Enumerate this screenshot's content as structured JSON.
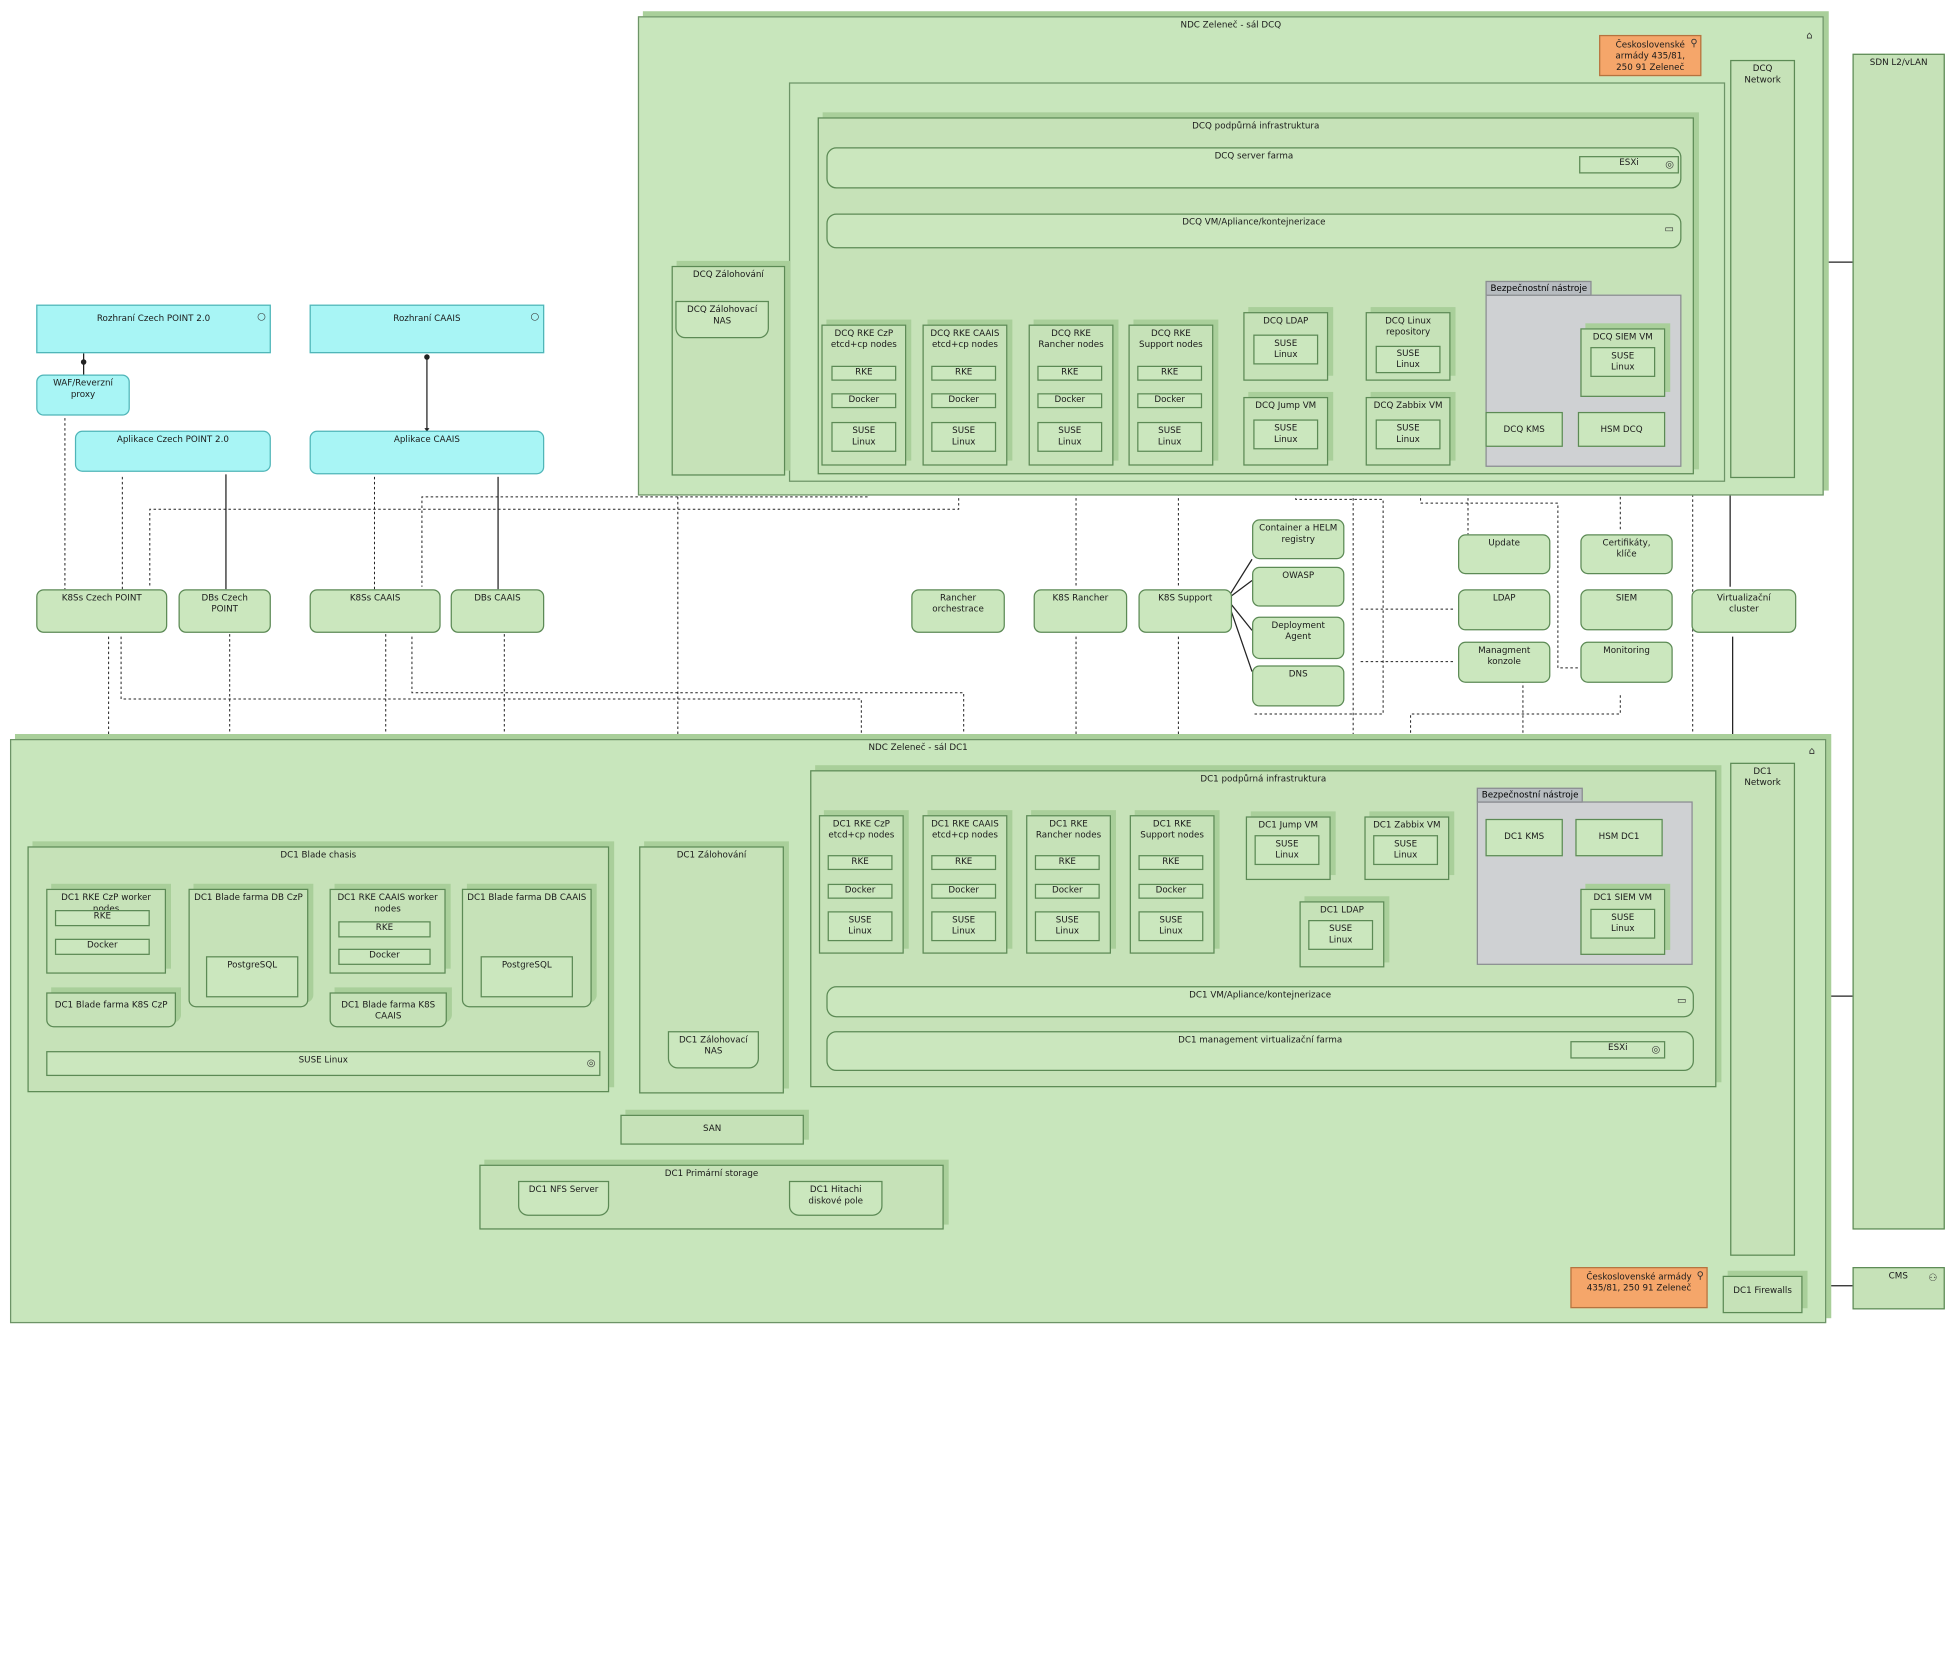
{
  "groups": {
    "ndc_dcq": "NDC Zeleneč - sál DCQ",
    "ndc_dc1": "NDC Zeleneč - sál DC1",
    "sdn": "SDN L2/vLAN",
    "cms": "CMS",
    "dcq_network": "DCQ Network",
    "dc1_network": "DC1 Network",
    "dcq_infra": "DCQ podpůrná infrastruktura",
    "dc1_infra": "DC1 podpůrná infrastruktura",
    "dcq_server_farma": "DCQ server farma",
    "dcq_vm": "DCQ VM/Apliance/kontejnerizace",
    "dc1_vm": "DC1 VM/Apliance/kontejnerizace",
    "dc1_mgmt": "DC1 management virtualizační farma",
    "esxi": "ESXi",
    "dcq_zalohovani": "DCQ Zálohování",
    "dcq_zal_nas": "DCQ Zálohovací NAS",
    "dc1_zalohovani": "DC1 Zálohování",
    "dc1_zal_nas": "DC1 Zálohovací NAS",
    "dc1_blade": "DC1 Blade chasis",
    "suse_linux": "SUSE Linux",
    "san": "SAN",
    "dc1_storage": "DC1 Primární storage",
    "dc1_nfs": "DC1 NFS Server",
    "dc1_hitachi": "DC1 Hitachi diskové pole",
    "dc1_firewalls": "DC1 Firewalls",
    "loc_top": "Československé armády 435/81, 250 91 Zeleneč",
    "loc_bottom": "Československé armády 435/81, 250 91 Zeleneč",
    "sec_tools": "Bezpečnostní nástroje"
  },
  "labels": {
    "rke": "RKE",
    "docker": "Docker",
    "suse": "SUSE Linux",
    "postgres": "PostgreSQL"
  },
  "dcq": {
    "rke_czp": "DCQ RKE CzP etcd+cp nodes",
    "rke_caais": "DCQ RKE CAAIS etcd+cp nodes",
    "rke_rancher": "DCQ RKE Rancher nodes",
    "rke_support": "DCQ RKE Support nodes",
    "ldap": "DCQ LDAP",
    "jump": "DCQ Jump VM",
    "linux_repo": "DCQ Linux repository",
    "zabbix": "DCQ Zabbix VM",
    "siem_vm": "DCQ SIEM VM",
    "kms": "DCQ KMS",
    "hsm": "HSM DCQ"
  },
  "dc1": {
    "rke_czp": "DC1 RKE CzP etcd+cp nodes",
    "rke_caais": "DC1 RKE CAAIS etcd+cp nodes",
    "rke_rancher": "DC1 RKE Rancher nodes",
    "rke_support": "DC1 RKE Support nodes",
    "jump": "DC1 Jump VM",
    "zabbix": "DC1 Zabbix VM",
    "ldap": "DC1 LDAP",
    "kms": "DC1 KMS",
    "hsm": "HSM DC1",
    "siem_vm": "DC1 SIEM VM",
    "rke_czp_worker": "DC1 RKE CzP worker nodes",
    "blade_db_czp": "DC1 Blade farma DB CzP",
    "rke_caais_worker": "DC1 RKE CAAIS worker nodes",
    "blade_db_caais": "DC1 Blade farma DB CAAIS",
    "blade_k8s_czp": "DC1 Blade farma K8S CzP",
    "blade_k8s_caais": "DC1 Blade farma K8S CAAIS"
  },
  "apps": {
    "rozhrani_czp": "Rozhraní Czech POINT 2.0",
    "rozhrani_caais": "Rozhraní CAAIS",
    "waf": "WAF/Reverzní proxy",
    "app_czp": "Aplikace Czech POINT 2.0",
    "app_caais": "Aplikace CAAIS",
    "k8s_czp": "K8Ss Czech POINT",
    "dbs_czp": "DBs Czech POINT",
    "k8s_caais": "K8Ss CAAIS",
    "dbs_caais": "DBs CAAIS",
    "rancher_orch": "Rancher orchestrace",
    "k8s_rancher": "K8S Rancher",
    "k8s_support": "K8S Support",
    "container_helm": "Container a HELM registry",
    "owasp": "OWASP",
    "deploy_agent": "Deployment Agent",
    "dns": "DNS",
    "update": "Update",
    "ldap": "LDAP",
    "mgmt_konzole": "Managment konzole",
    "certifikaty": "Certifikáty, klíče",
    "siem": "SIEM",
    "monitoring": "Monitoring",
    "virt_cluster": "Virtualizační cluster"
  }
}
